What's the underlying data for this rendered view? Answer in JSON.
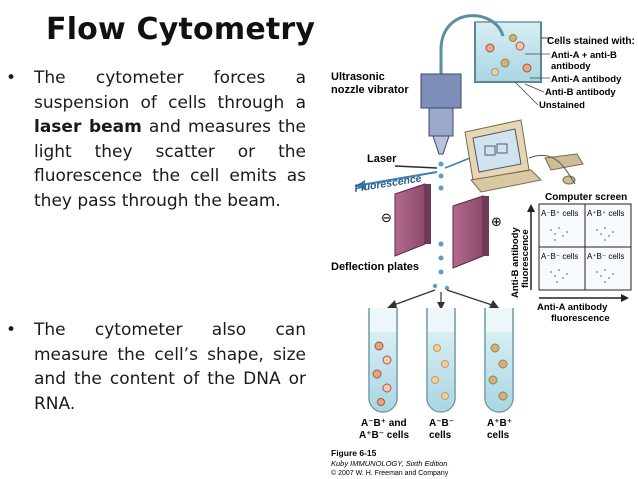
{
  "slide": {
    "title": "Flow Cytometry",
    "bullets": [
      {
        "marker": "•",
        "pre": "The cytometer forces a suspension of cells through a ",
        "bold": "laser beam",
        "post": " and measures the light they scatter or the fluorescence the cell emits as they pass through the beam."
      },
      {
        "marker": "•",
        "text": "The cytometer also can measure the cell’s shape, size and the content of the DNA or RNA."
      }
    ]
  },
  "figure": {
    "labels": {
      "cells_stained_with": "Cells stained with:",
      "stain_ab": "Anti-A + anti-B",
      "stain_ab2": "antibody",
      "stain_a": "Anti-A antibody",
      "stain_b": "Anti-B antibody",
      "stain_none": "Unstained",
      "ultrasonic1": "Ultrasonic",
      "ultrasonic2": "nozzle vibrator",
      "laser": "Laser",
      "fluorescence": "Fluorescence",
      "minus": "⊖",
      "plus": "⊕",
      "deflection": "Deflection plates",
      "computer_screen": "Computer screen",
      "q_tl": "A⁻B⁺ cells",
      "q_tr": "A⁺B⁺ cells",
      "q_bl": "A⁻B⁻ cells",
      "q_br": "A⁺B⁻ cells",
      "y_axis1": "Anti-B antibody",
      "y_axis2": "fluorescence",
      "x_axis1": "Anti-A antibody",
      "x_axis2": "fluorescence",
      "tube1a": "A⁻B⁺ and",
      "tube1b": "A⁺B⁻ cells",
      "tube2a": "A⁻B⁻",
      "tube2b": "cells",
      "tube3a": "A⁺B⁺",
      "tube3b": "cells",
      "fig_num": "Figure 6-15",
      "fig_book": "Kuby IMMUNOLOGY, Sixth Edition",
      "fig_copy": "© 2007 W. H. Freeman and Company"
    }
  }
}
